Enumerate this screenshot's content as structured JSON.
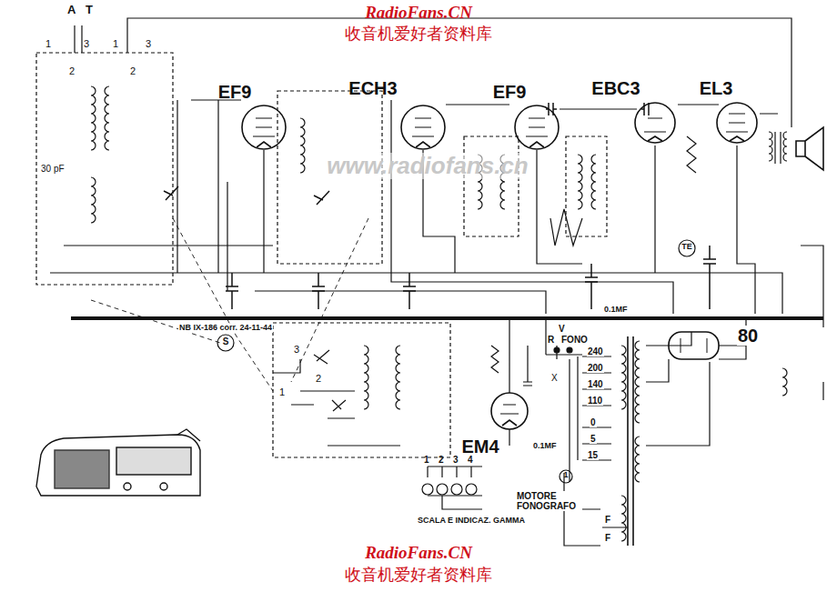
{
  "diagram": {
    "labels": [
      "RadioFans.CN",
      "收音机爱好者资料库",
      "A",
      "T",
      "1",
      "3",
      "1",
      "3",
      "2",
      "2",
      "30 pF",
      "EF9",
      "ECH3",
      "EF9",
      "EBC3",
      "EL3",
      "80",
      "NB IX-186 corr. 24-11-44",
      "S",
      "EM4",
      "0.1MF",
      "0.1MF",
      "V",
      "R",
      "FONO",
      "X",
      "240",
      "200",
      "140",
      "110",
      "0",
      "5",
      "15",
      "F",
      "F",
      "MOTORE FONOGRAFO",
      "SCALA E INDICAZ. GAMMA",
      "1",
      "2",
      "3",
      "4",
      "TE",
      "1",
      "3",
      "2",
      "1",
      "RadioFans.CN",
      "收音机爱好者资料库",
      "www.radiofans.cn"
    ]
  }
}
